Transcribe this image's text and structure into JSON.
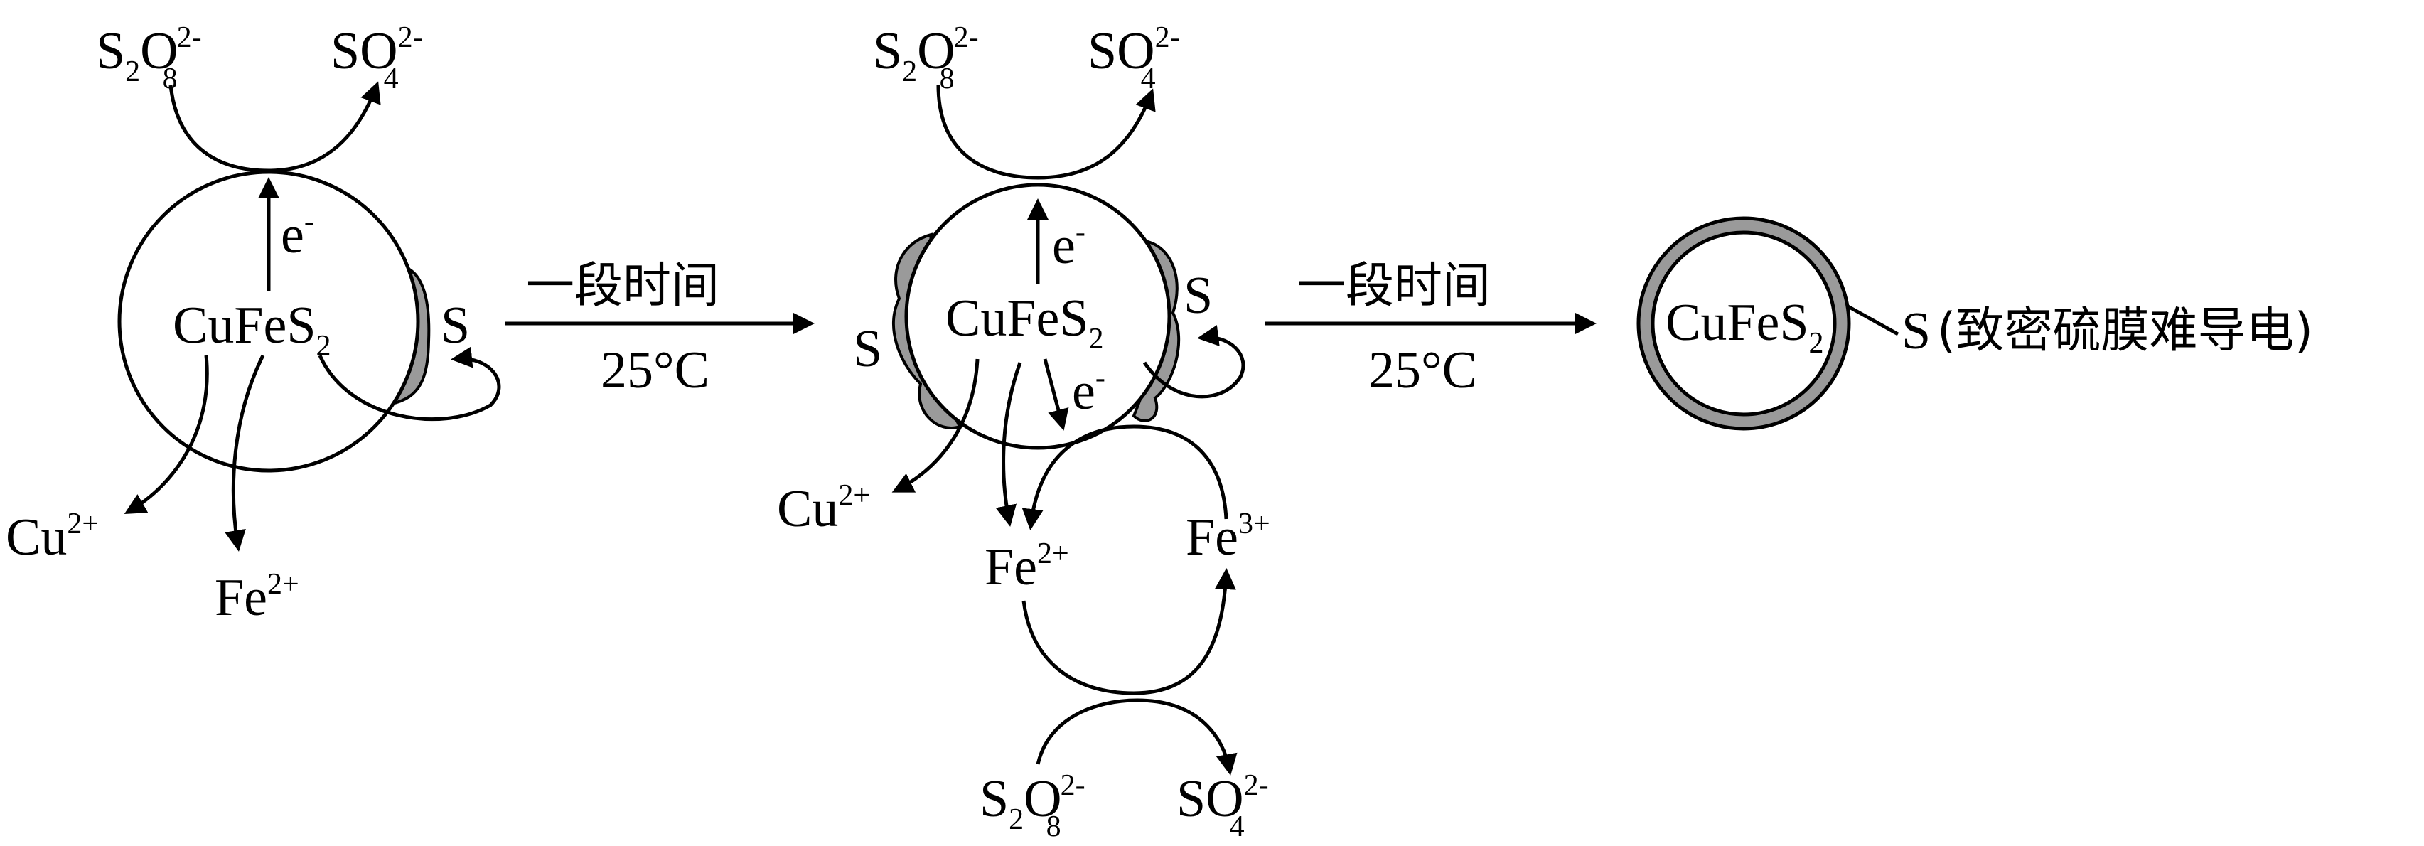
{
  "reactant_top": {
    "base": "S",
    "sub1": "2",
    "mid": "O",
    "sub2": "8",
    "sup": "2-"
  },
  "product_top": {
    "base": "SO",
    "sub": "4",
    "sup": "2-"
  },
  "electron": {
    "base": "e",
    "sup": "-"
  },
  "core": {
    "base": "CuFeS",
    "sub": "2"
  },
  "sulfur": "S",
  "copper_ion": {
    "base": "Cu",
    "sup": "2+"
  },
  "ferrous_ion": {
    "base": "Fe",
    "sup": "2+"
  },
  "ferric_ion": {
    "base": "Fe",
    "sup": "3+"
  },
  "step_arrow": {
    "label": "一段时间",
    "temperature": "25°C"
  },
  "dense_film_note": "(致密硫膜难导电)"
}
